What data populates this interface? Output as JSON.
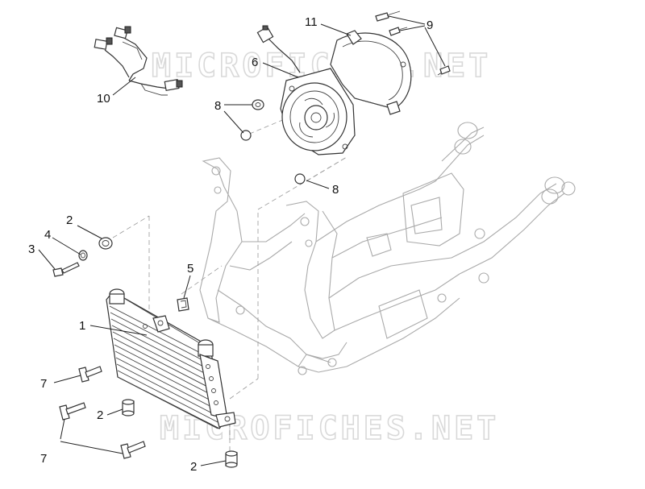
{
  "watermark": "MICROFICHES.NET",
  "callouts": [
    {
      "text": "1"
    },
    {
      "text": "2"
    },
    {
      "text": "2"
    },
    {
      "text": "2"
    },
    {
      "text": "3"
    },
    {
      "text": "4"
    },
    {
      "text": "5"
    },
    {
      "text": "6"
    },
    {
      "text": "7"
    },
    {
      "text": "7"
    },
    {
      "text": "8"
    },
    {
      "text": "8"
    },
    {
      "text": "9"
    },
    {
      "text": "10"
    },
    {
      "text": "11"
    }
  ]
}
